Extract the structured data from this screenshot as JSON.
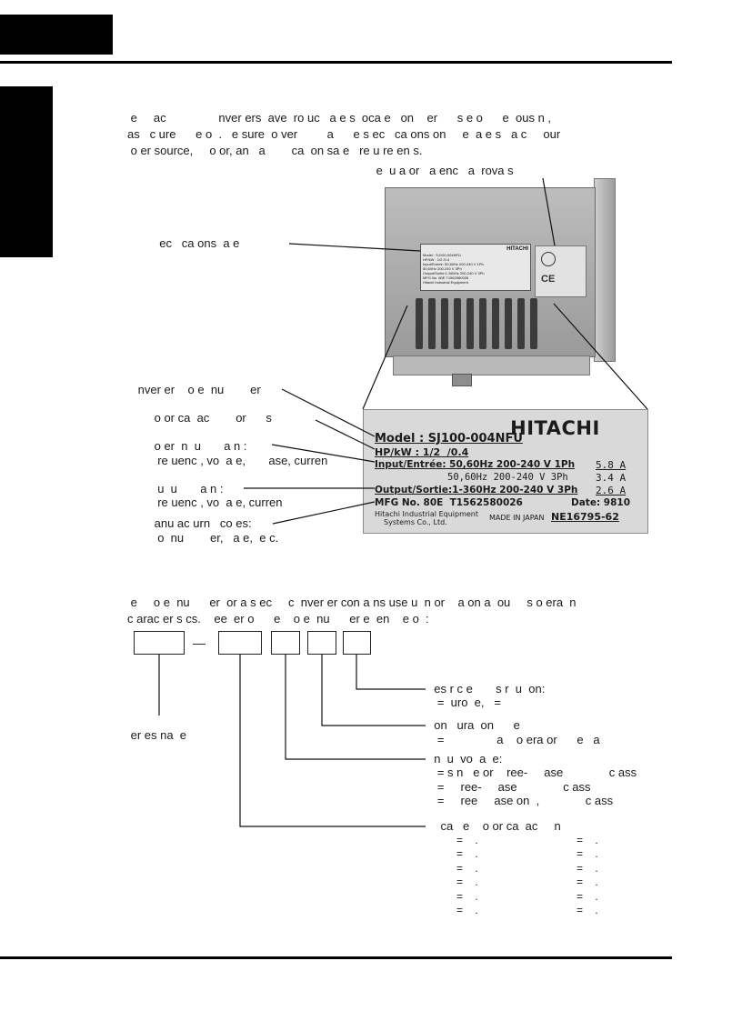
{
  "intro": {
    "line1": " e     ac                nver ers  ave  ro uc   a e s  oca e   on    er      s e o      e  ous n ,",
    "line2": "as   c ure      e o  .   e sure  o ver         a      e s ec   ca ons on     e  a e s   a c     our",
    "line3": " o er source,     o or, an   a        ca  on sa e   re u re en s."
  },
  "callouts": {
    "approvals": " e  u a or   a enc   a  rova s",
    "spec_label": "  ec   ca ons  a e",
    "model_number": " nver er    o e  nu        er",
    "motor_capacity": " o or ca  ac        or      s",
    "power_input_1": " o er  n  u       a n :",
    "power_input_2": "  re uenc , vo  a e,       ase, curren",
    "output_1": "  u  u       a n :",
    "output_2": "  re uenc , vo  a e, curren",
    "mfg_1": " anu ac urn   co es:",
    "mfg_2": "  o  nu        er,   a e,  e c."
  },
  "nameplate": {
    "brand": "HITACHI",
    "model": "Model : SJ100-004NFU",
    "hpkw": "HP/kW : 1/2  /0.4",
    "input_label": "Input/Entrée: 50,60Hz 200-240 V 1Ph",
    "input_value": "5.8 A",
    "input2_label": "50,60Hz 200-240 V 3Ph",
    "input2_value": "3.4 A",
    "output_label": "Output/Sortie:1-360Hz 200-240 V 3Ph",
    "output_value": "2.6 A",
    "mfg": "MFG No. 80E  T1562580026",
    "date": "Date: 9810",
    "company1": "Hitachi Industrial Equipment",
    "company2": "Systems Co., Ltd.",
    "made_in": "MADE IN JAPAN",
    "ne_code": "NE16795-62"
  },
  "decode_intro": {
    "line1": " e     o e  nu      er  or a s ec     c  nver er con a ns use u  n or    a on a  ou     s o era  n",
    "line2": "c arac er s cs.    ee  er o      e    o e  nu      er e  en    e o  :"
  },
  "decoding": {
    "dash": "—",
    "series": " er es na  e",
    "restriction_1": "  es r c e       s r  u  on:",
    "restriction_2": "   =  uro  e,   =",
    "config_1": "  on   ura  on      e",
    "config_2": "   =                a    o era or      e   a",
    "voltage_1": "  n  u  vo  a  e:",
    "voltage_2": "   = s n   e or    ree-     ase              c ass",
    "voltage_3": "   =     ree-     ase              c ass",
    "voltage_4": "   =     ree     ase on  ,              c ass",
    "capacity_1": "    ca   e    o or ca  ac     n",
    "capacity_rows": [
      [
        "   =    .",
        "   =    ."
      ],
      [
        "   =    .",
        "   =    ."
      ],
      [
        "   =    .",
        "   =    ."
      ],
      [
        "   =    .",
        "   =    ."
      ],
      [
        "   =    .",
        "   =    ."
      ],
      [
        "   =    .",
        "   =    ."
      ]
    ]
  }
}
